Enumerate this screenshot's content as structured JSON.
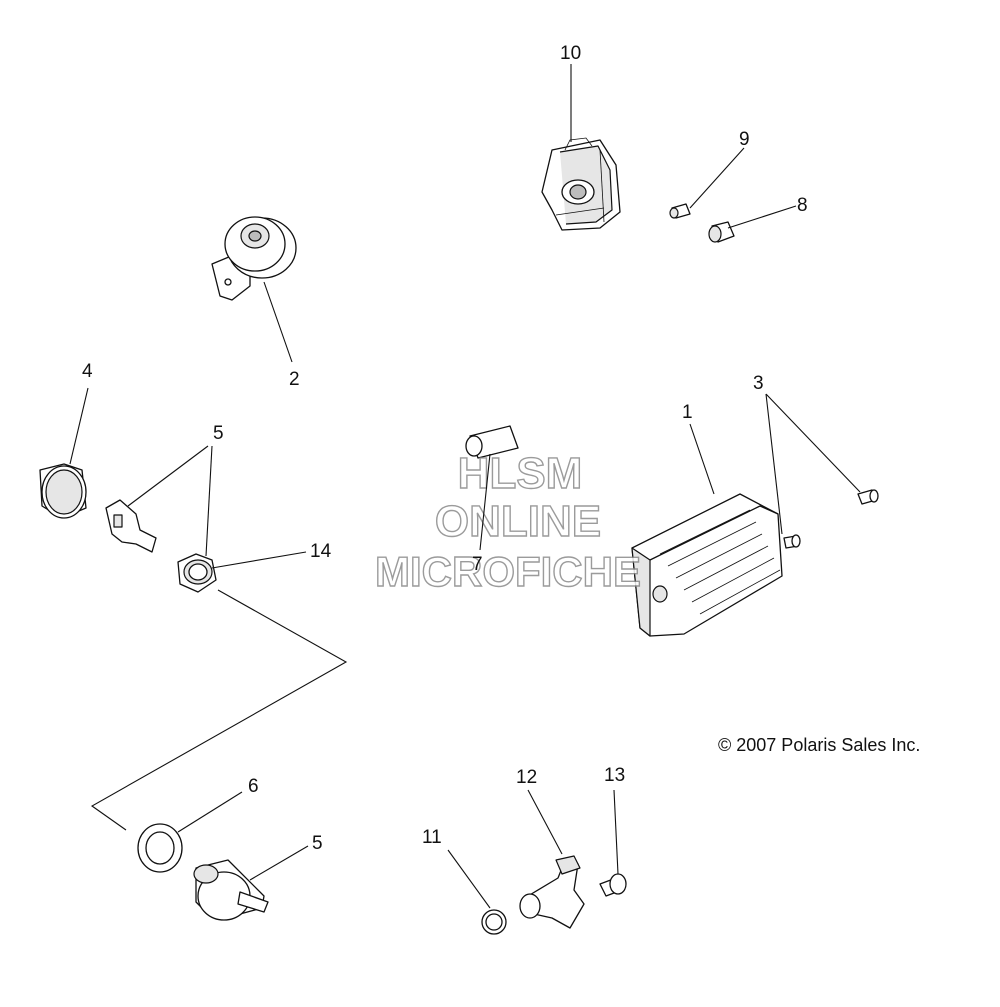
{
  "copyright": "© 2007 Polaris Sales Inc.",
  "watermark": {
    "line1": "HLSM",
    "line2": "ONLINE",
    "line3": "MICROFICHE"
  },
  "callouts": {
    "c1": "1",
    "c2": "2",
    "c3": "3",
    "c4": "4",
    "c5a": "5",
    "c5b": "5",
    "c6": "6",
    "c7": "7",
    "c8": "8",
    "c9": "9",
    "c10": "10",
    "c11": "11",
    "c12": "12",
    "c13": "13",
    "c14": "14"
  }
}
